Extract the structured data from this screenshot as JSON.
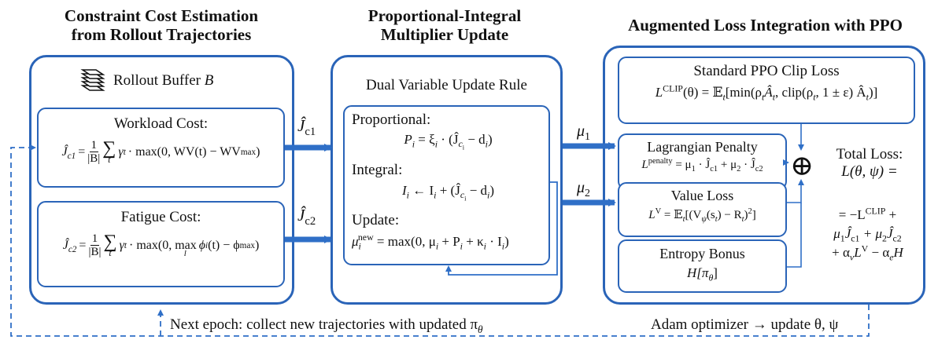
{
  "columns": {
    "left": {
      "title_line1": "Constraint Cost Estimation",
      "title_line2": "from Rollout Trajectories"
    },
    "middle": {
      "title_line1": "Proportional-Integral",
      "title_line2": "Multiplier Update"
    },
    "right": {
      "title_line1": "Augmented Loss Integration with PPO"
    }
  },
  "left_panel": {
    "buffer_label": "Rollout Buffer",
    "buffer_symbol": "B",
    "workload": {
      "title": "Workload Cost:",
      "lhs": "Ĵ",
      "lhs_sub": "c1",
      "eq": "= ",
      "frac_num": "1",
      "frac_den": "|B|",
      "sum": "∑",
      "sum_sub": "t",
      "rest": "γ",
      "rest_sup": "t",
      "tail": "· max(0, WV(t) − WV",
      "tail_sub": "max",
      "close": ")"
    },
    "fatigue": {
      "title": "Fatigue Cost:",
      "lhs": "Ĵ",
      "lhs_sub": "c2",
      "eq": "= ",
      "frac_num": "1",
      "frac_den": "|B|",
      "sum": "∑",
      "sum_sub": "t",
      "rest": "γ",
      "rest_sup": "t",
      "mid": "· max(0, max",
      "max_sub": "l",
      "phi": "ϕ",
      "phi_sub": "i",
      "phi_arg": "(t) − ϕ",
      "phi_max_sub": "max",
      "close": ")"
    }
  },
  "arrows": {
    "jc1": "Ĵ",
    "jc1_sub": "c1",
    "jc2": "Ĵ",
    "jc2_sub": "c2",
    "mu1": "μ",
    "mu1_sub": "1",
    "mu2": "μ",
    "mu2_sub": "2"
  },
  "middle_panel": {
    "rule_title": "Dual Variable Update Rule",
    "proportional_label": "Proportional:",
    "proportional_eq": "P",
    "proportional_eq_sub": "i",
    "proportional_rhs": " = ξ",
    "proportional_rhs_sub": "i",
    "proportional_tail": " · (Ĵ",
    "proportional_tail_sub": "c",
    "proportional_tail_subsub": "i",
    "proportional_end": " − d",
    "proportional_end_sub": "i",
    "proportional_close": ")",
    "integral_label": "Integral:",
    "integral_eq": "I",
    "integral_eq_sub": "i",
    "integral_rhs": " ← I",
    "integral_rhs_sub": "i",
    "integral_tail": " + (Ĵ",
    "integral_tail_sub": "c",
    "integral_tail_subsub": "i",
    "integral_end": " − d",
    "integral_end_sub": "i",
    "integral_close": ")",
    "update_label": "Update:",
    "update_lhs": "μ",
    "update_lhs_sub": "i",
    "update_lhs_sup": "new",
    "update_rhs": " = max(0, μ",
    "update_rhs_sub": "i",
    "update_p": " + P",
    "update_p_sub": "i",
    "update_k": " + κ",
    "update_k_sub": "i",
    "update_i": " · I",
    "update_i_sub": "i",
    "update_close": ")"
  },
  "right_panel": {
    "clip": {
      "title": "Standard PPO Clip Loss",
      "lhs": "L",
      "lhs_sup": "CLIP",
      "body": "(θ) = 𝔼",
      "body_sub": "t",
      "tail": "[min(ρ",
      "tail_sub": "t",
      "tail2": "Â",
      "tail2_sub": "t",
      "tail3": ", clip(ρ",
      "tail3_sub": "t",
      "tail4": ", 1 ± ε) Â",
      "tail4_sub": "t",
      "close": ")]"
    },
    "penalty": {
      "title": "Lagrangian Penalty",
      "lhs": "L",
      "lhs_sup": "penalty",
      "body": " = μ",
      "body_sub": "1",
      "mid": " · Ĵ",
      "mid_sub": "c1",
      "plus": " + μ",
      "plus_sub": "2",
      "mid2": " · Ĵ",
      "mid2_sub": "c2"
    },
    "value": {
      "title": "Value Loss",
      "lhs": "L",
      "lhs_sup": "V",
      "body": " = 𝔼",
      "body_sub": "t",
      "tail": "[(V",
      "tail_sub": "ψ",
      "tail2": "(s",
      "tail2_sub": "t",
      "tail3": ") − R",
      "tail3_sub": "t",
      "close": ")",
      "close_sup": "2",
      "end": "]"
    },
    "entropy": {
      "title": "Entropy Bonus",
      "body": "H[π",
      "body_sub": "θ",
      "close": "]"
    },
    "oplus": "⊕",
    "total": {
      "label": "Total Loss:",
      "lhs": "L(θ, ψ) =",
      "line1": "= −L",
      "line1_sup": "CLIP",
      "line1_end": " +",
      "line2a": "μ",
      "line2a_sub": "1",
      "line2b": "Ĵ",
      "line2b_sub": "c1",
      "line2c": " + μ",
      "line2c_sub": "2",
      "line2d": "Ĵ",
      "line2d_sub": "c2",
      "line3a": "+ α",
      "line3a_sub": "v",
      "line3b": "L",
      "line3b_sup": "V",
      "line3c": " − α",
      "line3c_sub": "e",
      "line3d": "H"
    }
  },
  "feedback": {
    "left_text": "Next epoch: collect new trajectories with updated π",
    "left_sub": "θ",
    "right_text": "Adam optimizer → update θ, ψ"
  },
  "colors": {
    "accent": "#2a64b8",
    "arrow": "#2f6fc7"
  }
}
